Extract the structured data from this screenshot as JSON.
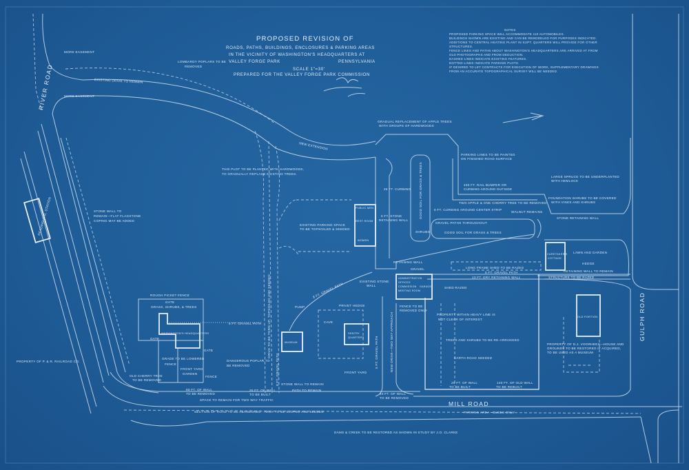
{
  "title_block": {
    "title": "PROPOSED REVISION OF",
    "line1": "ROADS, PATHS, BUILDINGS, ENCLOSURES & PARKING AREAS",
    "line2": "IN THE VICINITY OF WASHINGTON'S HEADQUARTERS AT",
    "line3_left": "VALLEY FORGE PARK",
    "line3_right": "PENNSYLVANIA",
    "scale": "SCALE 1\"=30'",
    "prepared_for": "PREPARED FOR THE VALLEY FORGE PARK COMMISSION"
  },
  "notes": {
    "header": "NOTES",
    "lines": [
      "PROPOSED PARKING SPACE WILL ACCOMMODATE 110 AUTOMOBILES.",
      "BUILDINGS SHOWN ARE EXISTING AND CAN BE REMODELED FOR PURPOSES INDICATED.",
      "ADDITIONS TO CENTRAL HEATING PLANT IN SUPT. QUARTERS WILL PROVIDE FOR OTHER",
      "STRUCTURES.",
      "FENCE LINES AND PATHS ABOUT WASHINGTON'S HEADQUARTERS ARE ARRIVED AT FROM",
      "OLD PHOTOGRAPHS AND FROM DEDUCTION.",
      "DASHED LINES INDICATE EXISTING FEATURES.",
      "DOTTED LINES INDICATE PARKING PLOTS.",
      "IF DESIRED TO LET CONTRACTS FOR EXECUTION OF WORK, SUPPLEMENTARY DRAWINGS",
      "FROM AN ACCURATE TOPOGRAPHICAL SURVEY WILL BE NEEDED."
    ]
  },
  "labels": [
    "MORE EASEMENT",
    "EXISTING DRIVE TO REMAIN",
    "MORE EASEMENT",
    "RIVER ROAD",
    "LOMBARDY POPLARS TO BE",
    "REMOVED",
    "NEW EXTENSION",
    "GRADUAL REPLACEMENT OF APPLE TREES",
    "WITH GROUPS OF HARDWOODS",
    "THIS PLOT TO BE PLANTED WITH HARDWOODS,",
    "TO GRADUALLY REPLACE EXISTING TREES.",
    "PARKING LINES TO BE PAINTED",
    "ON FINISHED ROAD SURFACE",
    "LARGE SPRUCE TO BE UNDERPLANTED",
    "WITH HEMLOCK",
    "400 FT. RAIL BUMPER OR",
    "CURBING AROUND OUTSIDE",
    "FOUNDATION SHRUBS TO BE COVERED",
    "WITH VINES AND SHRUBS",
    "TWO APPLE & ONE CHERRY TREE TO BE REMOVED",
    "6 FT. CURBING AROUND CENTER STRIP",
    "WALNUT REMAINS",
    "STONE RETAINING WALL",
    "GRAVEL PATHS THROUGHOUT",
    "GOOD SOIL FOR GRASS & TREES",
    "25 FT. CURBING",
    "6 FT. STONE",
    "RETAINING WALL",
    "GOOD SOIL FOR GRASS & TREES",
    "SHRUBS",
    "STONE WALL TO",
    "REMAIN—FLAT FLAGSTONE",
    "COPING MAY BE ADDED",
    "READING R.R. STATION",
    "EXISTING PARKING SPACE",
    "TO BE TOPSOILED & SEEDED",
    "PUBLIC MEN",
    "REST ROOM",
    "WOMEN",
    "DRIVE TO BE TORN UP, TOPSOILED AND SEEDED",
    "LAWN AND GARDEN",
    "CARETAKER'S",
    "COTTAGE",
    "HEDGE",
    "LONG FRAME SHED TO BE RAZED",
    "5 FT. GRAVEL PATH",
    "13 FT. DRY RETAINING WALL",
    "STRUCTURE TO BE RAZED",
    "RETAINING WALL TO REMAIN",
    "GRAVEL",
    "RETAINING WALL",
    "ADMINISTRATION",
    "OFFICES",
    "COMMISSION",
    "MEETING ROOM",
    "GARAGE",
    "SHED RAZED",
    "EXISTING STONE",
    "WALL",
    "8 FT. GRAVEL PATH",
    "PUMP",
    "PRIVET HEDGE",
    "CAVE",
    "SENTRY",
    "QUARTERS",
    "FRONT YARD",
    "FENCE TO BE",
    "REMOVED ONLY",
    "PROPERTY WITHIN HEAVY LINE IS",
    "NOT CLEAR OF INTEREST",
    "TREES AND SHRUBS TO BE RE-ARRANGED",
    "EARTH ROAD SEEDED",
    "OLD PORTION",
    "PROPERTY OF D.J. VOORHEES—HOUSE AND",
    "GROUNDS TO BE RESTORED IF ACQUIRED,",
    "TO BE USED AS A MUSEUM",
    "GULPH ROAD",
    "MILL ROAD",
    "PARKING AREA - BUSES ONLY",
    "DAMS & CREEK TO BE RESTORED AS SHOWN IN STUDY BY J.O. CLARKE",
    "20 FT. OF WALL",
    "TO BE BUILT",
    "140 FT. OF OLD WALL",
    "TO BE REBUILT",
    "40 FT. OF WALL",
    "TO BE REMOVED",
    "NEW DRIVE—TWO WAY APPROACH",
    "5 FT. GRAVEL PATH",
    "ROUGH PICKET FENCE",
    "GATE",
    "GRASS, SHRUBS, & TREES",
    "5 FT. GRAVEL PATH",
    "WASHINGTON'S HEADQUARTERS",
    "GATE",
    "GATE",
    "GRADE TO BE LOWERED",
    "FENCE",
    "FRONT YARD",
    "GARDEN",
    "FENCE",
    "OLD CHERRY TREE",
    "TO BE REMOVED",
    "DANGEROUS POPLAR TO",
    "BE REMOVED",
    "MUSEUM",
    "60 FT. OF WALL",
    "TO BE REMOVED",
    "25 FT. OF WALL",
    "TO BE BUILT",
    "STONE WALL TO REMAIN",
    "PATH TO REMAIN",
    "SPACE TO REMAIN FOR TWO WAY TRAFFIC",
    "SECTION OF ROAD TO BE ABANDONED - AREA TO BE SLOPED AND SEEDED",
    "PROPERTY OF P. & R. RAILROAD CO.",
    "8 FT. GRAVEL PATH"
  ],
  "colors": {
    "paper": "#1f5d98",
    "ink": "#dbe8f5"
  }
}
